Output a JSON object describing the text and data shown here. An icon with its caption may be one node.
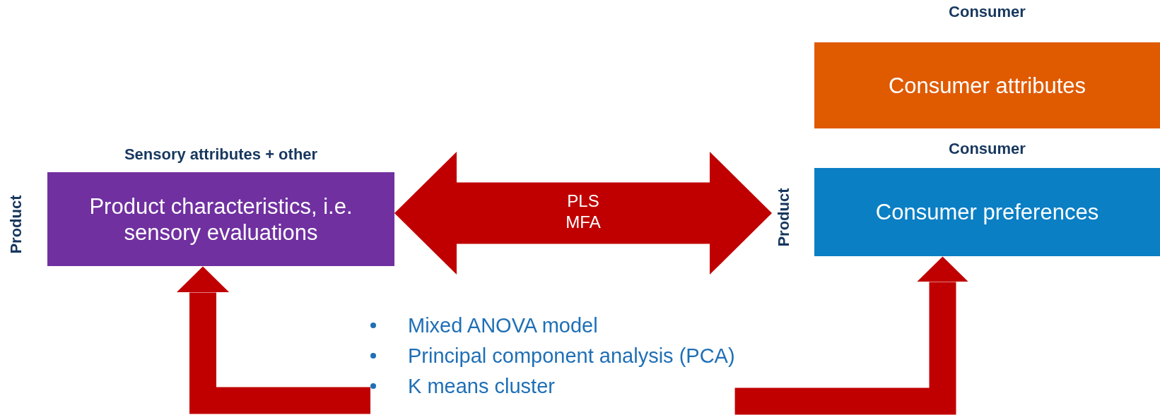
{
  "diagram": {
    "nodes": [
      {
        "text": [
          "Consumer",
          "Consumer attributes"
        ]
      },
      {
        "text": [
          "Sensory attributes + other",
          "Product characteristics, i.e. sensory evaluations"
        ],
        "beside": [
          "Product"
        ]
      },
      {
        "text": [
          "Consumer",
          "Consumer preferences"
        ],
        "beside": [
          "Product"
        ]
      },
      {
        "text": [
          "Mixed ANOVA model",
          "Principal component analysis (PCA)",
          "K means cluster"
        ]
      }
    ],
    "edges": [
      {
        "from": 1,
        "to": 2,
        "arrow": "both",
        "label": "PLS MFA",
        "style": "thick"
      },
      {
        "from": 3,
        "to": 1,
        "arrow": "to"
      },
      {
        "from": 3,
        "to": 2,
        "arrow": "to"
      }
    ]
  }
}
